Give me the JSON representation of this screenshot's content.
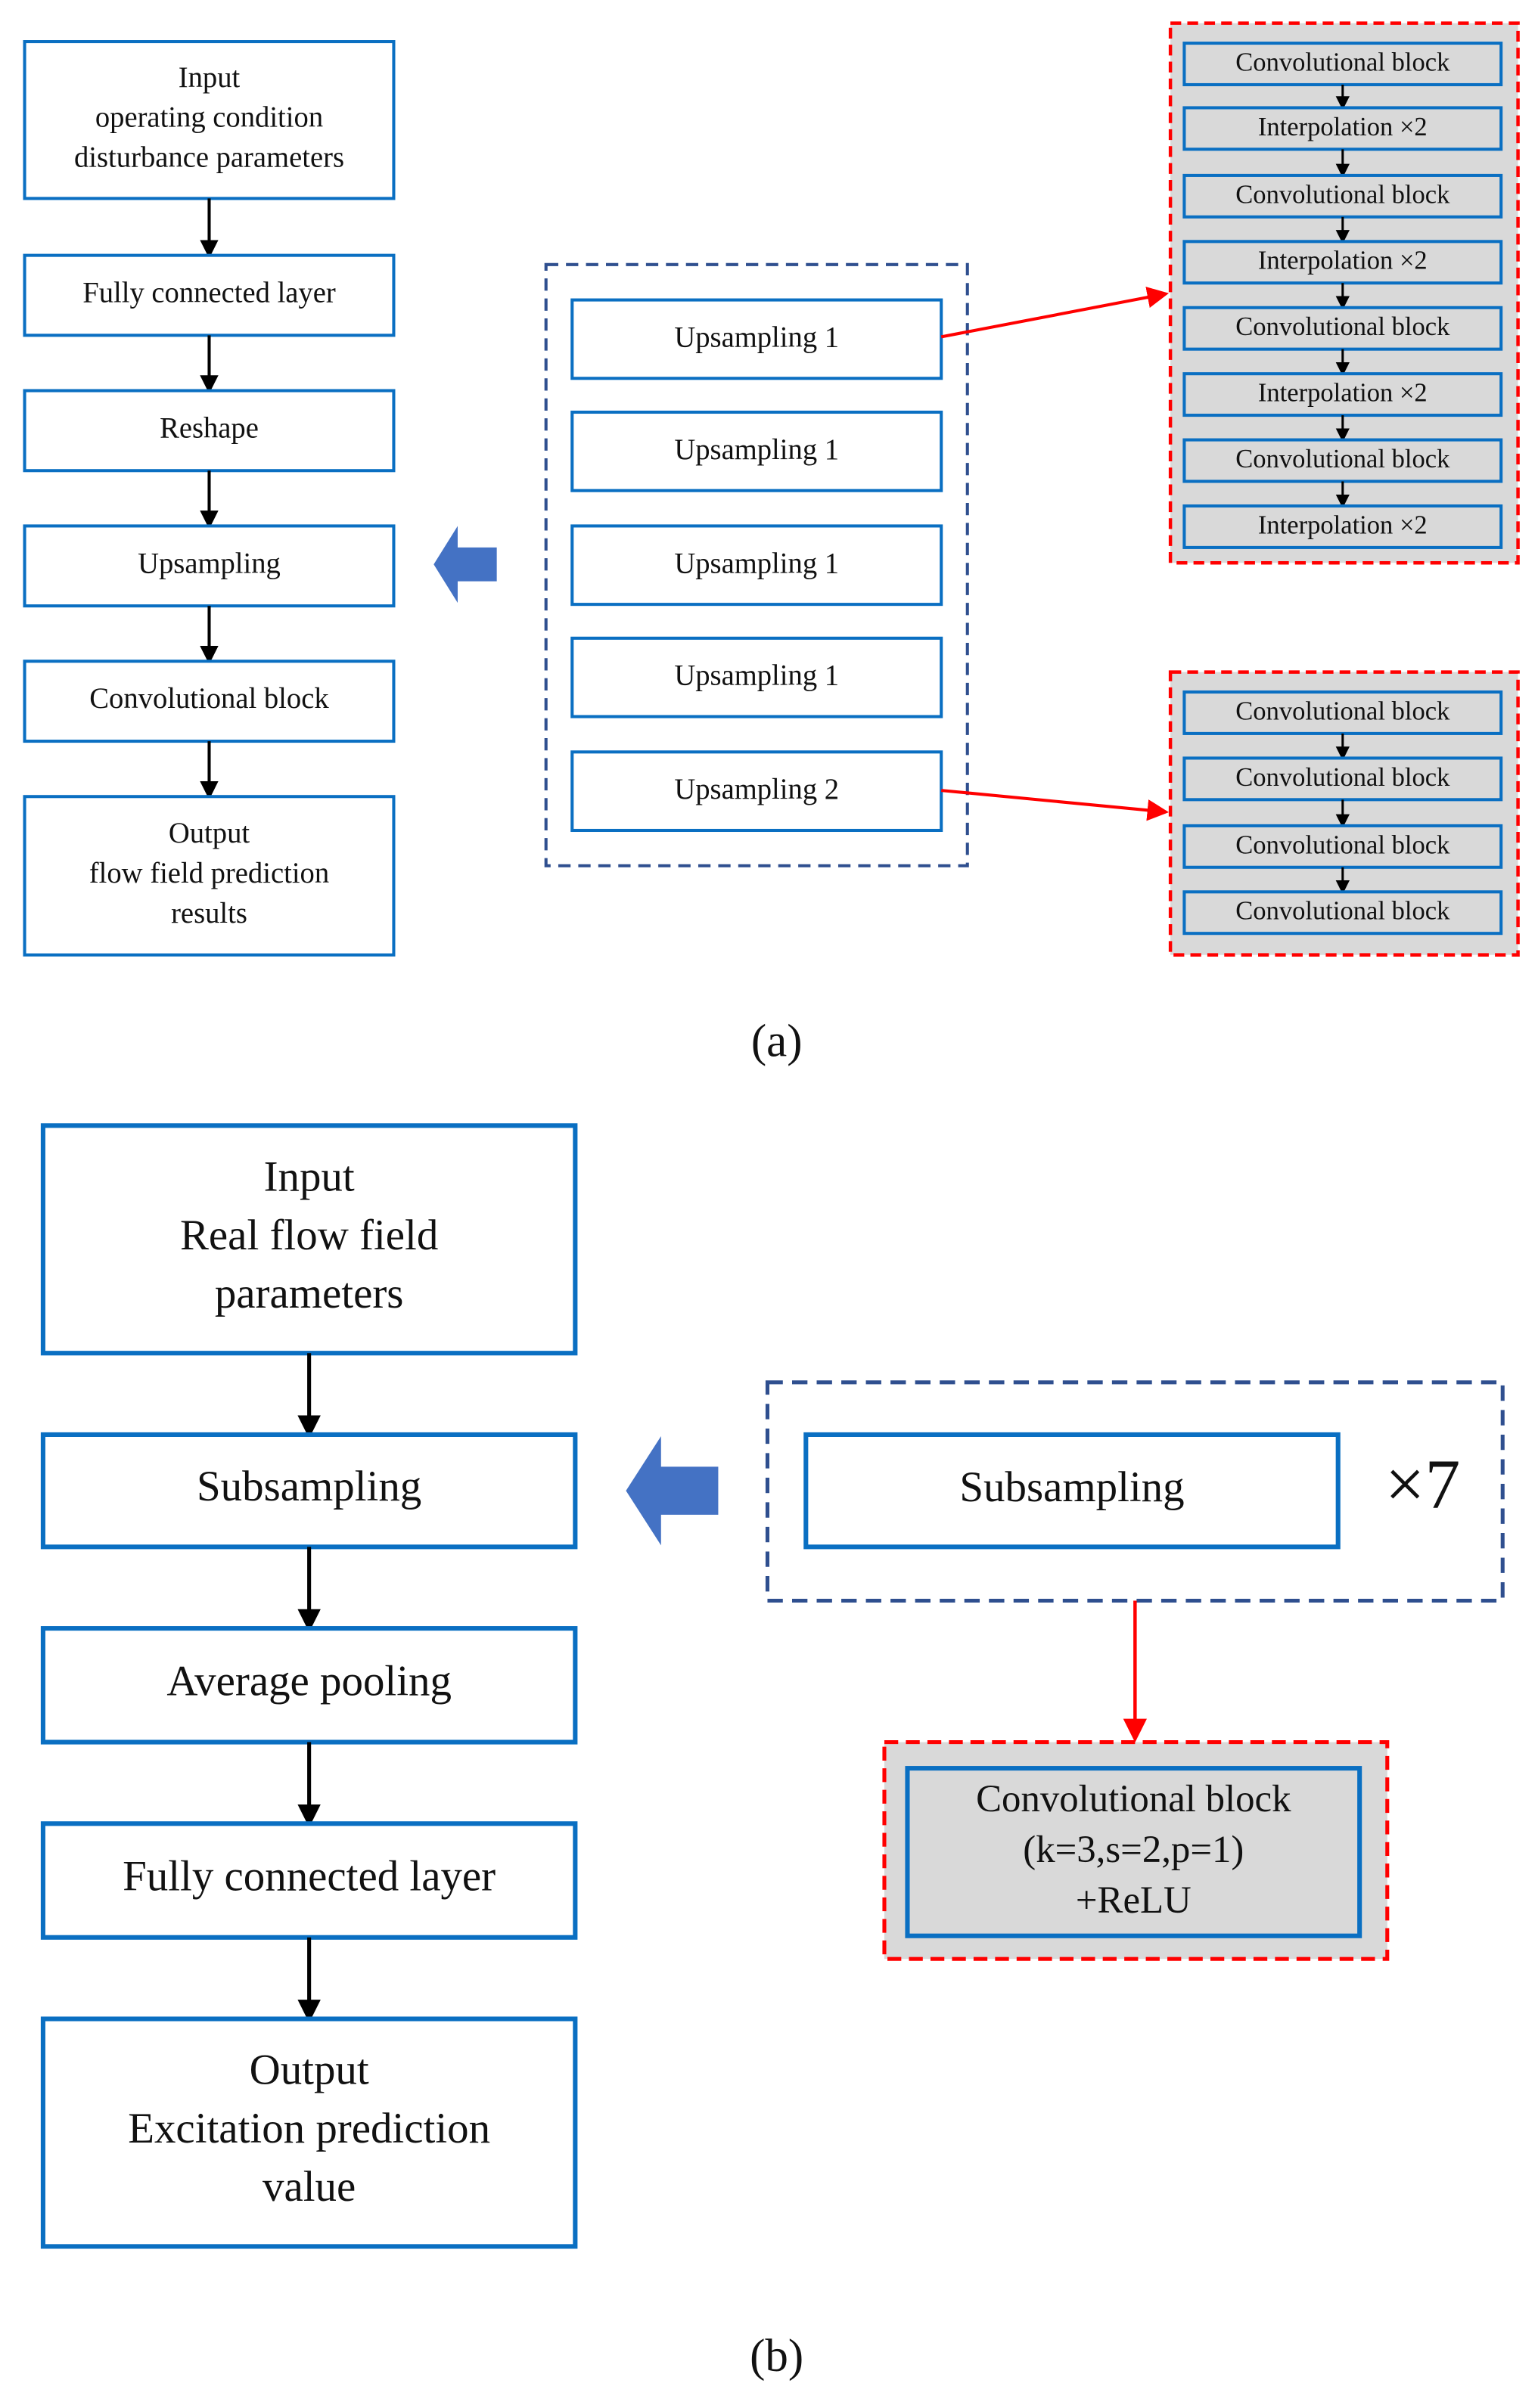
{
  "colors": {
    "box_border": "#0a6fc2",
    "group_dashed_border": "#2f4f8f",
    "detail_dashed_border": "#ff0000",
    "detail_fill": "#d9d9d9",
    "connector_arrow": "#000000",
    "red_arrow": "#ff0000",
    "block_arrow": "#4472c4"
  },
  "panel_a": {
    "caption": "(a)",
    "left_flow": [
      {
        "lines": [
          "Input",
          "operating condition",
          "disturbance parameters"
        ]
      },
      {
        "lines": [
          "Fully connected layer"
        ]
      },
      {
        "lines": [
          "Reshape"
        ]
      },
      {
        "lines": [
          "Upsampling"
        ]
      },
      {
        "lines": [
          "Convolutional block"
        ]
      },
      {
        "lines": [
          "Output",
          "flow field prediction",
          "results"
        ]
      }
    ],
    "upsampling_group": [
      "Upsampling 1",
      "Upsampling 1",
      "Upsampling 1",
      "Upsampling 1",
      "Upsampling 2"
    ],
    "detail_upsampling_1": [
      "Convolutional block",
      "Interpolation ×2",
      "Convolutional block",
      "Interpolation ×2",
      "Convolutional block",
      "Interpolation ×2",
      "Convolutional block",
      "Interpolation ×2"
    ],
    "detail_upsampling_2": [
      "Convolutional block",
      "Convolutional block",
      "Convolutional block",
      "Convolutional block"
    ]
  },
  "panel_b": {
    "caption": "(b)",
    "left_flow": [
      {
        "lines": [
          "Input",
          "Real flow field",
          "parameters"
        ]
      },
      {
        "lines": [
          "Subsampling"
        ]
      },
      {
        "lines": [
          "Average pooling"
        ]
      },
      {
        "lines": [
          "Fully connected layer"
        ]
      },
      {
        "lines": [
          "Output",
          "Excitation prediction",
          "value"
        ]
      }
    ],
    "repeat_block": {
      "label": "Subsampling",
      "multiplier": "×7"
    },
    "detail": [
      "Convolutional block",
      "(k=3,s=2,p=1)",
      "+ReLU"
    ]
  }
}
